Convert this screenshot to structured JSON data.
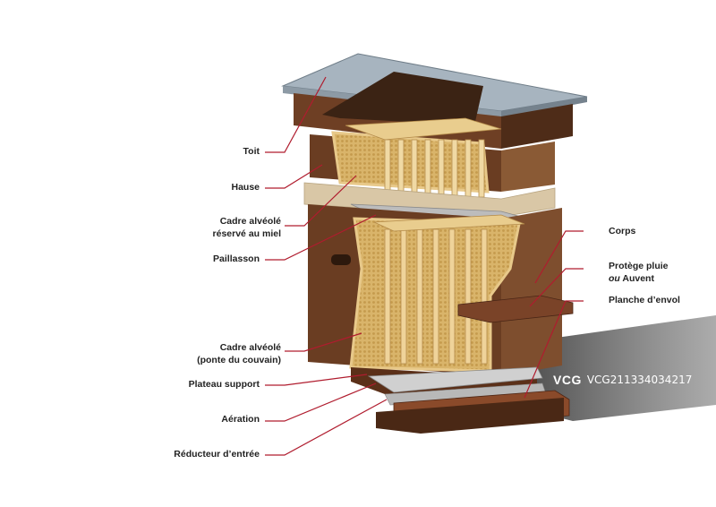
{
  "labels_left": [
    {
      "id": "toit",
      "lines": [
        "Toit"
      ]
    },
    {
      "id": "hausse",
      "lines": [
        "Hause"
      ]
    },
    {
      "id": "cadre-miel",
      "lines": [
        "Cadre alvéolé",
        "réservé au miel"
      ]
    },
    {
      "id": "paillasson",
      "lines": [
        "Paillasson"
      ]
    },
    {
      "id": "cadre-couvain",
      "lines": [
        "Cadre alvéolé",
        "(ponte du couvain)"
      ]
    },
    {
      "id": "plateau",
      "lines": [
        "Plateau support"
      ]
    },
    {
      "id": "aeration",
      "lines": [
        "Aération"
      ]
    },
    {
      "id": "reducteur",
      "lines": [
        "Réducteur d’entrée"
      ]
    }
  ],
  "labels_right": [
    {
      "id": "corps",
      "lines": [
        "Corps"
      ]
    },
    {
      "id": "protege",
      "line1": "Protège pluie",
      "line2_em": "ou",
      "line2_rest": " Auvent"
    },
    {
      "id": "planche",
      "lines": [
        "Planche d’envol"
      ]
    }
  ],
  "watermark": {
    "logo": "VCG",
    "code": "VCG21133403421​7"
  },
  "colors": {
    "leader": "#b01c2e",
    "wood_dark": "#5a3220",
    "wood_mid": "#7a4a2e",
    "frame": "#e8c98a",
    "comb": "#d8b46a"
  }
}
